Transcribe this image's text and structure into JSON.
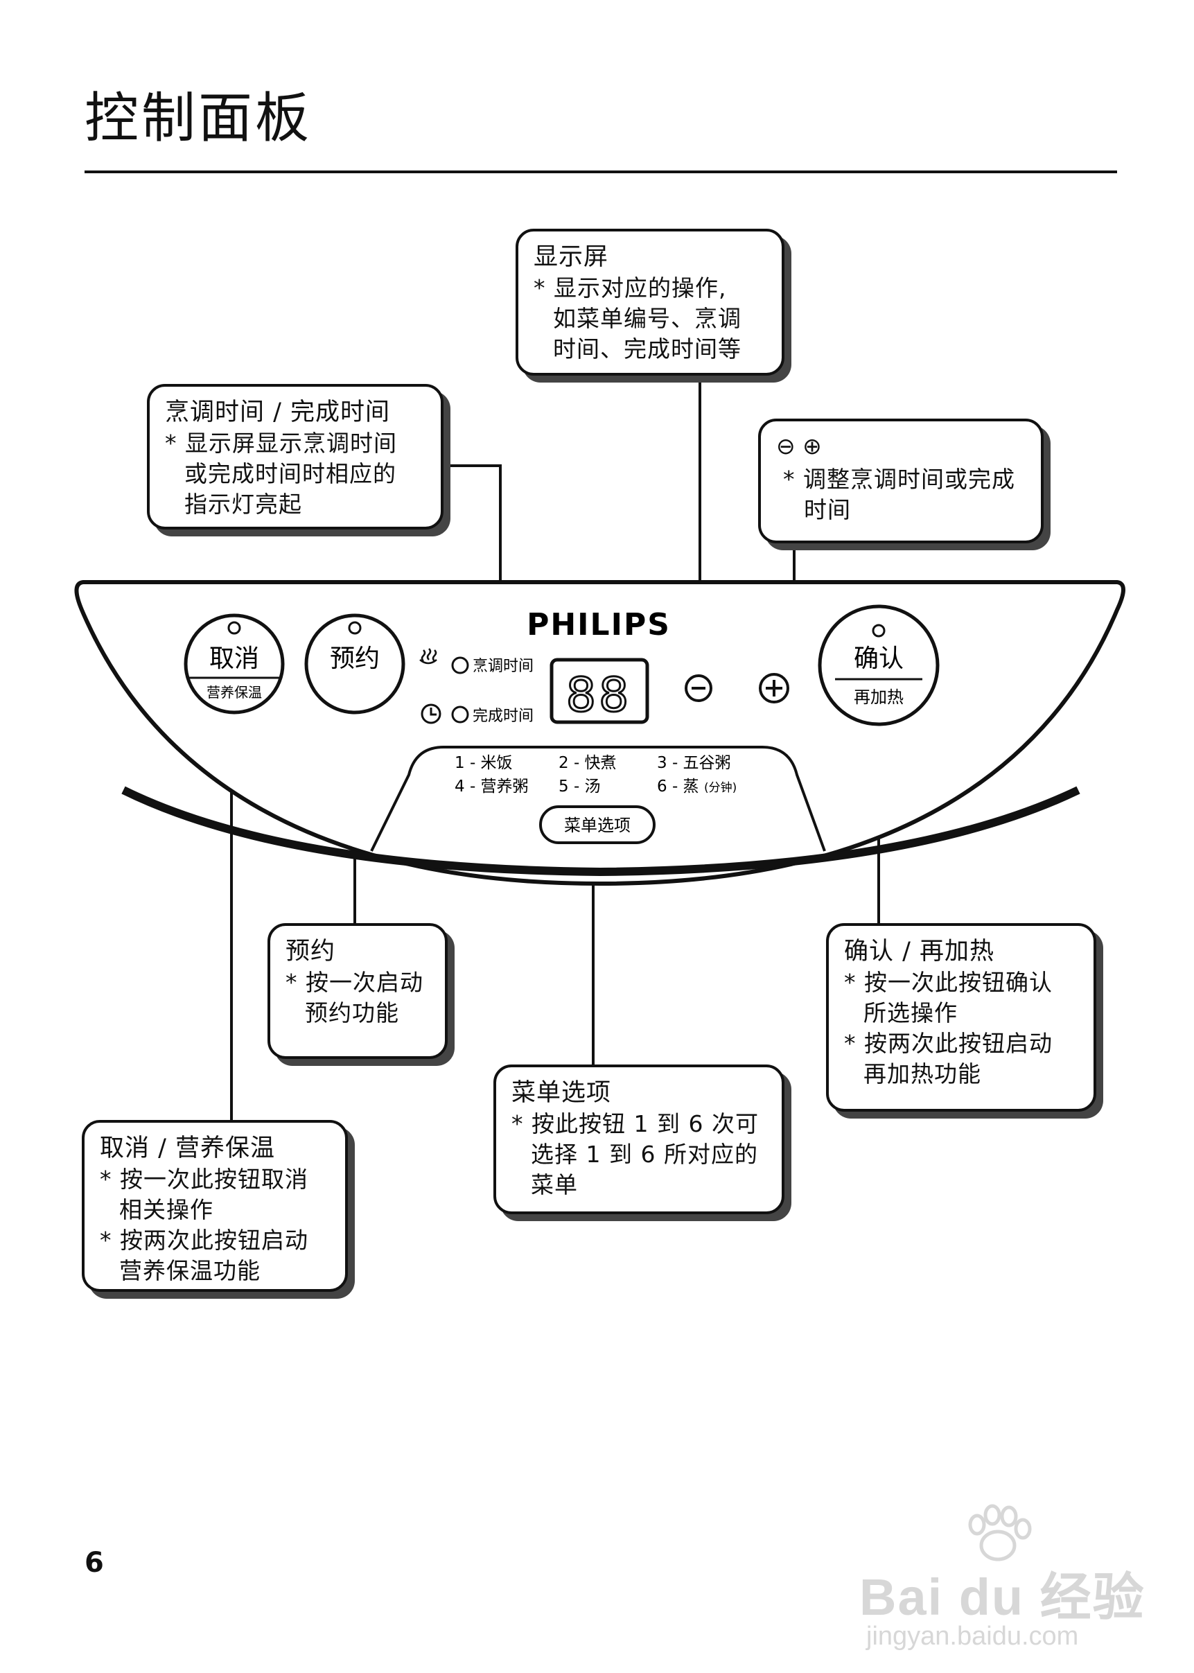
{
  "page": {
    "title": "控制面板",
    "number": "6"
  },
  "panel": {
    "brand": "PHILIPS",
    "display_digits": "88",
    "cancel_button": {
      "label": "取消",
      "sublabel": "营养保温"
    },
    "timer_button": {
      "label": "预约"
    },
    "confirm_button": {
      "label": "确认",
      "sublabel": "再加热"
    },
    "minus_symbol": "−",
    "plus_symbol": "+",
    "indicator_cook_time": "烹调时间",
    "indicator_finish_time": "完成时间",
    "menu_items": [
      "1 - 米饭",
      "2 - 快煮",
      "3 - 五谷粥",
      "4 - 营养粥",
      "5 - 汤",
      "6 - 蒸"
    ],
    "menu_item_6_suffix": "(分钟)",
    "menu_button": "菜单选项"
  },
  "callouts": {
    "display": {
      "title": "显示屏",
      "lines": [
        "* 显示对应的操作,",
        "如菜单编号、烹调",
        "时间、完成时间等"
      ]
    },
    "cook_time": {
      "title": "烹调时间 / 完成时间",
      "lines": [
        "* 显示屏显示烹调时间",
        "或完成时间时相应的",
        "指示灯亮起"
      ]
    },
    "adjust": {
      "title": "⊖ ⊕",
      "lines": [
        "* 调整烹调时间或完成",
        "时间"
      ]
    },
    "timer": {
      "title": "预约",
      "lines": [
        "* 按一次启动",
        "预约功能"
      ]
    },
    "confirm": {
      "title": "确认 / 再加热",
      "lines": [
        "* 按一次此按钮确认",
        "所选操作",
        "* 按两次此按钮启动",
        "再加热功能"
      ]
    },
    "menu": {
      "title": "菜单选项",
      "lines": [
        "* 按此按钮 1 到 6 次可",
        "选择 1 到 6 所对应的",
        "菜单"
      ]
    },
    "cancel": {
      "title": "取消 / 营养保温",
      "lines": [
        "* 按一次此按钮取消",
        "相关操作",
        "* 按两次此按钮启动",
        "营养保温功能"
      ]
    }
  },
  "watermark": {
    "main": "Bai du 经验",
    "url": "jingyan.baidu.com"
  },
  "colors": {
    "ink": "#111111",
    "shadow": "#444444",
    "watermark": "#d7d7d7"
  }
}
